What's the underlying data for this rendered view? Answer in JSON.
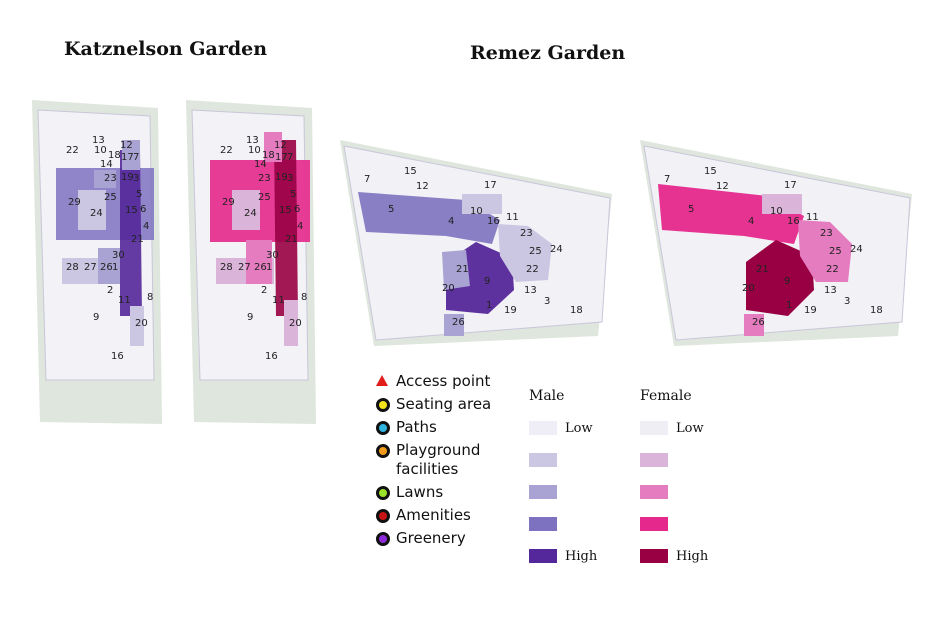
{
  "titles": {
    "katznelson": "Katznelson Garden",
    "remez": "Remez Garden"
  },
  "legend": {
    "items": [
      {
        "label": "Access point",
        "icon": "access-point-triangle-icon",
        "color": "#e21b1b",
        "kind": "triangle"
      },
      {
        "label": "Seating area",
        "icon": "seating-area-dot-icon",
        "color": "#f2e31b",
        "kind": "dot"
      },
      {
        "label": "Paths",
        "icon": "paths-dot-icon",
        "color": "#2fb4e0",
        "kind": "dot"
      },
      {
        "label": "Playground facilities",
        "icon": "playground-dot-icon",
        "color": "#f29b1b",
        "kind": "dot"
      },
      {
        "label": "Lawns",
        "icon": "lawns-dot-icon",
        "color": "#9be22b",
        "kind": "dot"
      },
      {
        "label": "Amenities",
        "icon": "amenities-dot-icon",
        "color": "#c81414",
        "kind": "dot"
      },
      {
        "label": "Greenery",
        "icon": "greenery-dot-icon",
        "color": "#8e2bd9",
        "kind": "dot"
      }
    ]
  },
  "scales": {
    "male": {
      "title": "Male",
      "low": "Low",
      "high": "High",
      "colors": [
        "#efedf5",
        "#cbc7e2",
        "#a8a3d3",
        "#7d72c0",
        "#54279a"
      ]
    },
    "female": {
      "title": "Female",
      "low": "Low",
      "high": "High",
      "colors": [
        "#efeef4",
        "#dab4d9",
        "#e57cc0",
        "#e5288c",
        "#980043"
      ]
    }
  },
  "maps": {
    "katznelson_male": {
      "labels": [
        {
          "t": "13"
        },
        {
          "t": "10"
        },
        {
          "t": "12"
        },
        {
          "t": "18"
        },
        {
          "t": "17"
        },
        {
          "t": "7"
        },
        {
          "t": "22"
        },
        {
          "t": "14"
        },
        {
          "t": "19"
        },
        {
          "t": "3"
        },
        {
          "t": "23"
        },
        {
          "t": "5"
        },
        {
          "t": "29"
        },
        {
          "t": "25"
        },
        {
          "t": "24"
        },
        {
          "t": "15"
        },
        {
          "t": "6"
        },
        {
          "t": "4"
        },
        {
          "t": "21"
        },
        {
          "t": "30"
        },
        {
          "t": "28"
        },
        {
          "t": "27"
        },
        {
          "t": "26"
        },
        {
          "t": "1"
        },
        {
          "t": "2"
        },
        {
          "t": "8"
        },
        {
          "t": "11"
        },
        {
          "t": "9"
        },
        {
          "t": "20"
        },
        {
          "t": "16"
        }
      ]
    },
    "katznelson_female": {
      "labels": [
        {
          "t": "13"
        },
        {
          "t": "10"
        },
        {
          "t": "12"
        },
        {
          "t": "18"
        },
        {
          "t": "17"
        },
        {
          "t": "7"
        },
        {
          "t": "22"
        },
        {
          "t": "14"
        },
        {
          "t": "19"
        },
        {
          "t": "3"
        },
        {
          "t": "23"
        },
        {
          "t": "5"
        },
        {
          "t": "29"
        },
        {
          "t": "25"
        },
        {
          "t": "24"
        },
        {
          "t": "15"
        },
        {
          "t": "6"
        },
        {
          "t": "4"
        },
        {
          "t": "21"
        },
        {
          "t": "30"
        },
        {
          "t": "28"
        },
        {
          "t": "27"
        },
        {
          "t": "26"
        },
        {
          "t": "1"
        },
        {
          "t": "2"
        },
        {
          "t": "8"
        },
        {
          "t": "11"
        },
        {
          "t": "9"
        },
        {
          "t": "20"
        },
        {
          "t": "16"
        }
      ]
    },
    "remez_male": {
      "labels": [
        {
          "t": "7"
        },
        {
          "t": "15"
        },
        {
          "t": "12"
        },
        {
          "t": "17"
        },
        {
          "t": "5"
        },
        {
          "t": "4"
        },
        {
          "t": "10"
        },
        {
          "t": "16"
        },
        {
          "t": "11"
        },
        {
          "t": "23"
        },
        {
          "t": "25"
        },
        {
          "t": "24"
        },
        {
          "t": "22"
        },
        {
          "t": "21"
        },
        {
          "t": "9"
        },
        {
          "t": "20"
        },
        {
          "t": "13"
        },
        {
          "t": "3"
        },
        {
          "t": "1"
        },
        {
          "t": "19"
        },
        {
          "t": "18"
        },
        {
          "t": "26"
        }
      ]
    },
    "remez_female": {
      "labels": [
        {
          "t": "7"
        },
        {
          "t": "15"
        },
        {
          "t": "12"
        },
        {
          "t": "17"
        },
        {
          "t": "5"
        },
        {
          "t": "4"
        },
        {
          "t": "10"
        },
        {
          "t": "16"
        },
        {
          "t": "11"
        },
        {
          "t": "23"
        },
        {
          "t": "25"
        },
        {
          "t": "24"
        },
        {
          "t": "22"
        },
        {
          "t": "21"
        },
        {
          "t": "9"
        },
        {
          "t": "20"
        },
        {
          "t": "13"
        },
        {
          "t": "3"
        },
        {
          "t": "1"
        },
        {
          "t": "19"
        },
        {
          "t": "18"
        },
        {
          "t": "26"
        }
      ]
    }
  }
}
